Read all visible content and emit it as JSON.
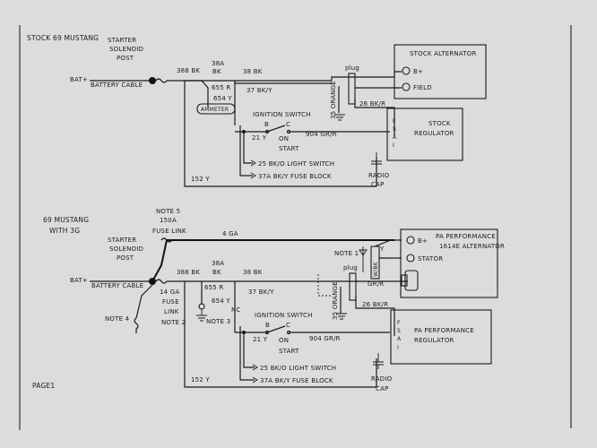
{
  "top": {
    "title": "STOCK 69 MUSTANG",
    "starter_l1": "STARTER",
    "starter_l2": "SOLENOID",
    "starter_l3": "POST",
    "bat": "BAT+",
    "battery_cable": "BATTERY CABLE",
    "w388": "388 BK",
    "w38a": "38A",
    "bk": "BK",
    "w38": "38 BK",
    "w655": "655 R",
    "w37": "37 BK/Y",
    "w654": "654 Y",
    "ammeter": "AMMETER",
    "plug": "plug",
    "orange": "35 ORANGE",
    "w26": "26 BK/R",
    "alt_title": "STOCK ALTERNATOR",
    "bplus": "B+",
    "field": "FIELD",
    "ign": "IGNITION SWITCH",
    "b": "B",
    "c": "C",
    "y21": "21 Y",
    "on": "ON",
    "start": "START",
    "w904": "904 GR/R",
    "reg_l1": "STOCK",
    "reg_l2": "REGULATOR",
    "fsa": [
      "F",
      "S",
      "A",
      "I"
    ],
    "w25": "25 BK/O LIGHT SWITCH",
    "w37a": "37A BK/Y FUSE BLOCK",
    "w152": "152 Y",
    "radio": "RADIO",
    "cap": "CAP"
  },
  "bottom": {
    "title_l1": "69 MUSTANG",
    "title_l2": "WITH 3G",
    "note5": "NOTE 5",
    "a150": "150A",
    "fuse_link": "FUSE LINK",
    "ga4": "4 GA",
    "starter_l1": "STARTER",
    "starter_l2": "SOLENOID",
    "starter_l3": "POST",
    "bat": "BAT+",
    "battery_cable": "BATTERY CABLE",
    "ga14": "14 GA",
    "fuse": "FUSE",
    "link": "LINK",
    "note2": "NOTE 2",
    "note4": "NOTE 4",
    "w388": "388 BK",
    "w38a": "38A",
    "bk": "BK",
    "w38": "38 BK",
    "w655": "655 R",
    "w654": "654 Y",
    "nc": "NC",
    "w37": "37 BK/Y",
    "note3": "NOTE 3",
    "note1": "NOTE 1",
    "plug": "plug",
    "wbk": "W/BK",
    "y": "Y",
    "grr": "GR/R",
    "w26": "26 BK/R",
    "orange": "35 ORANGE",
    "alt_l1": "PA PERFORMANCE",
    "alt_l2": "1614E ALTERNATOR",
    "bplus": "B+",
    "stator": "STATOR",
    "ign": "IGNITION SWITCH",
    "b": "B",
    "c": "C",
    "y21": "21 Y",
    "on": "ON",
    "start": "START",
    "w904": "904 GR/R",
    "reg_l1": "PA PERFORMANCE",
    "reg_l2": "REGULATOR",
    "fsa": [
      "F",
      "S",
      "A",
      "I"
    ],
    "w25": "25 BK/O LIGHT SWITCH",
    "w37a": "37A BK/Y FUSE BLOCK",
    "w152": "152 Y",
    "radio": "RADIO",
    "cap": "CAP"
  },
  "page_label": "PAGE1"
}
